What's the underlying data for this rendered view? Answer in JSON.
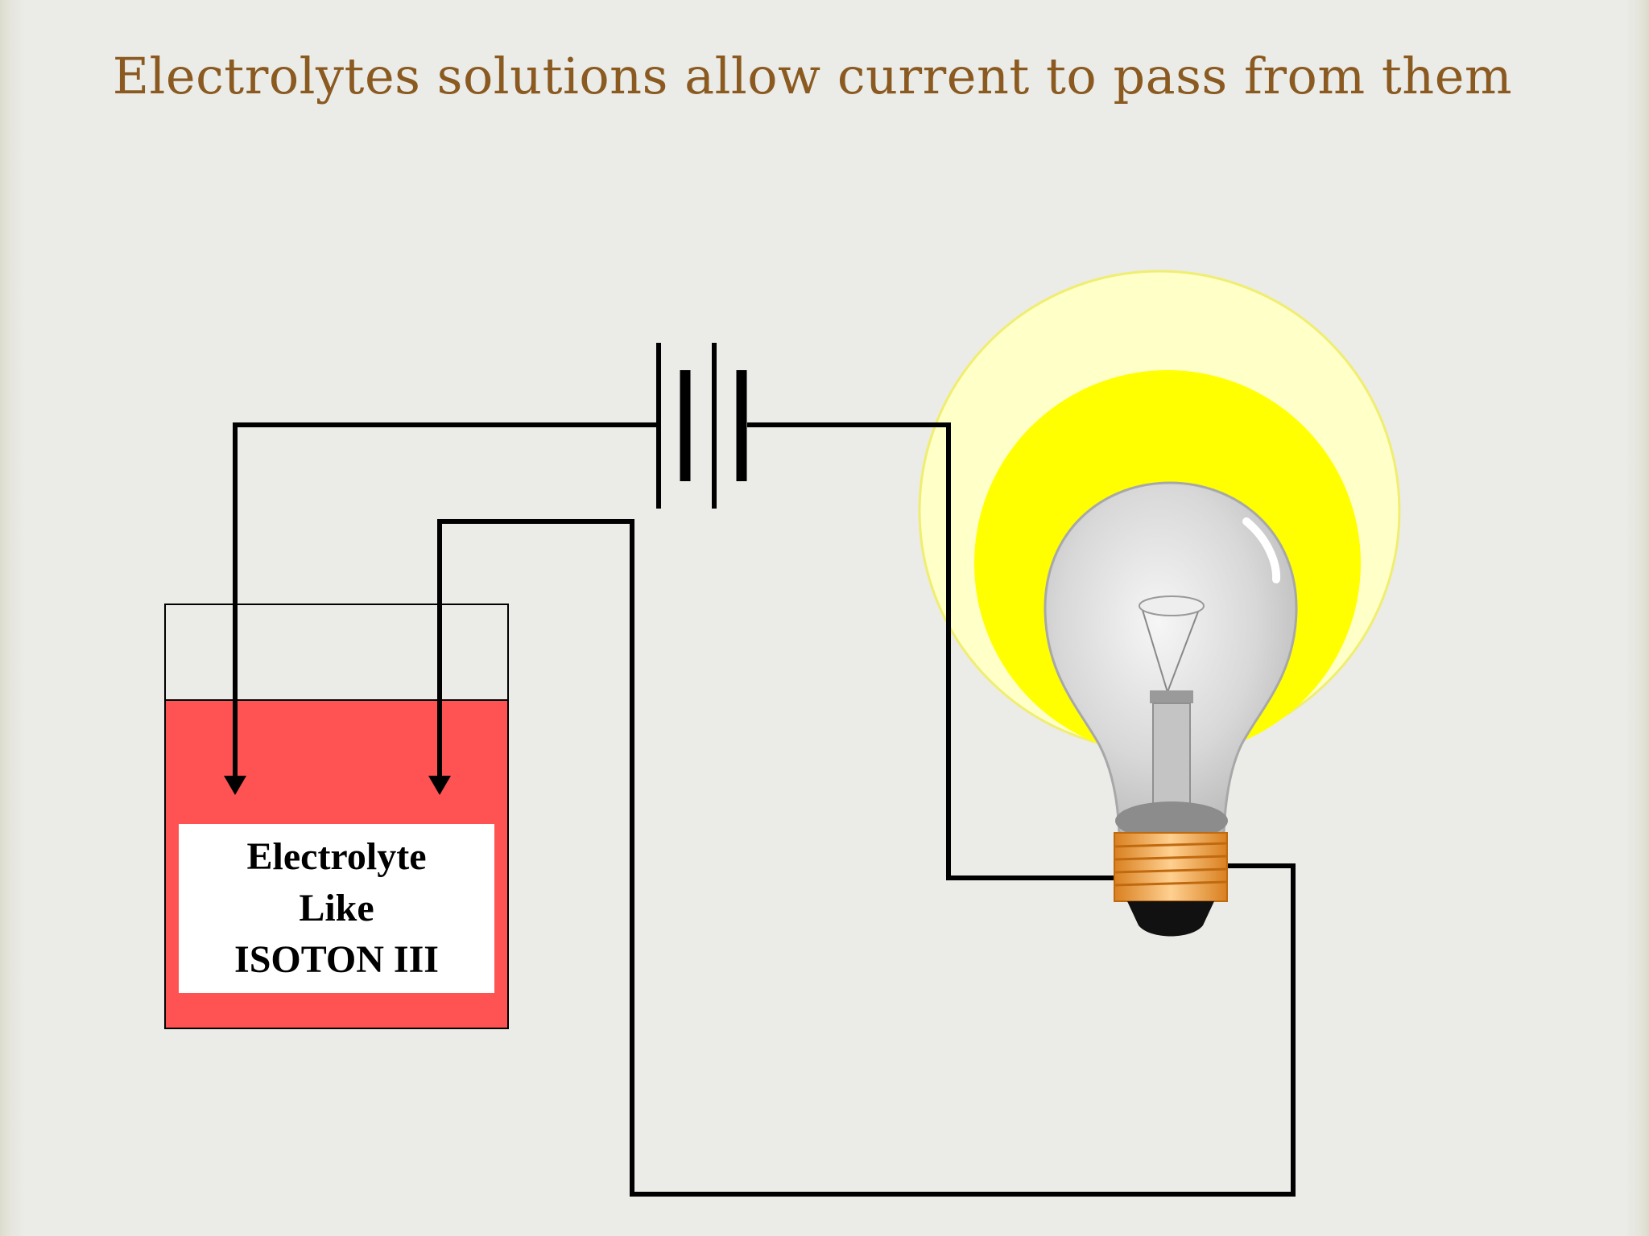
{
  "slide": {
    "title": "Electrolytes solutions allow current to pass from them"
  },
  "beaker": {
    "label_lines": [
      "Electrolyte",
      "Like",
      "ISOTON III"
    ]
  },
  "colors": {
    "title": "#8a5a20",
    "solution": "#ff5252",
    "wire": "#000000",
    "glow_outer": "#ffffc8",
    "glow_inner": "#ffff00",
    "bulb_base": "#f0a040"
  }
}
